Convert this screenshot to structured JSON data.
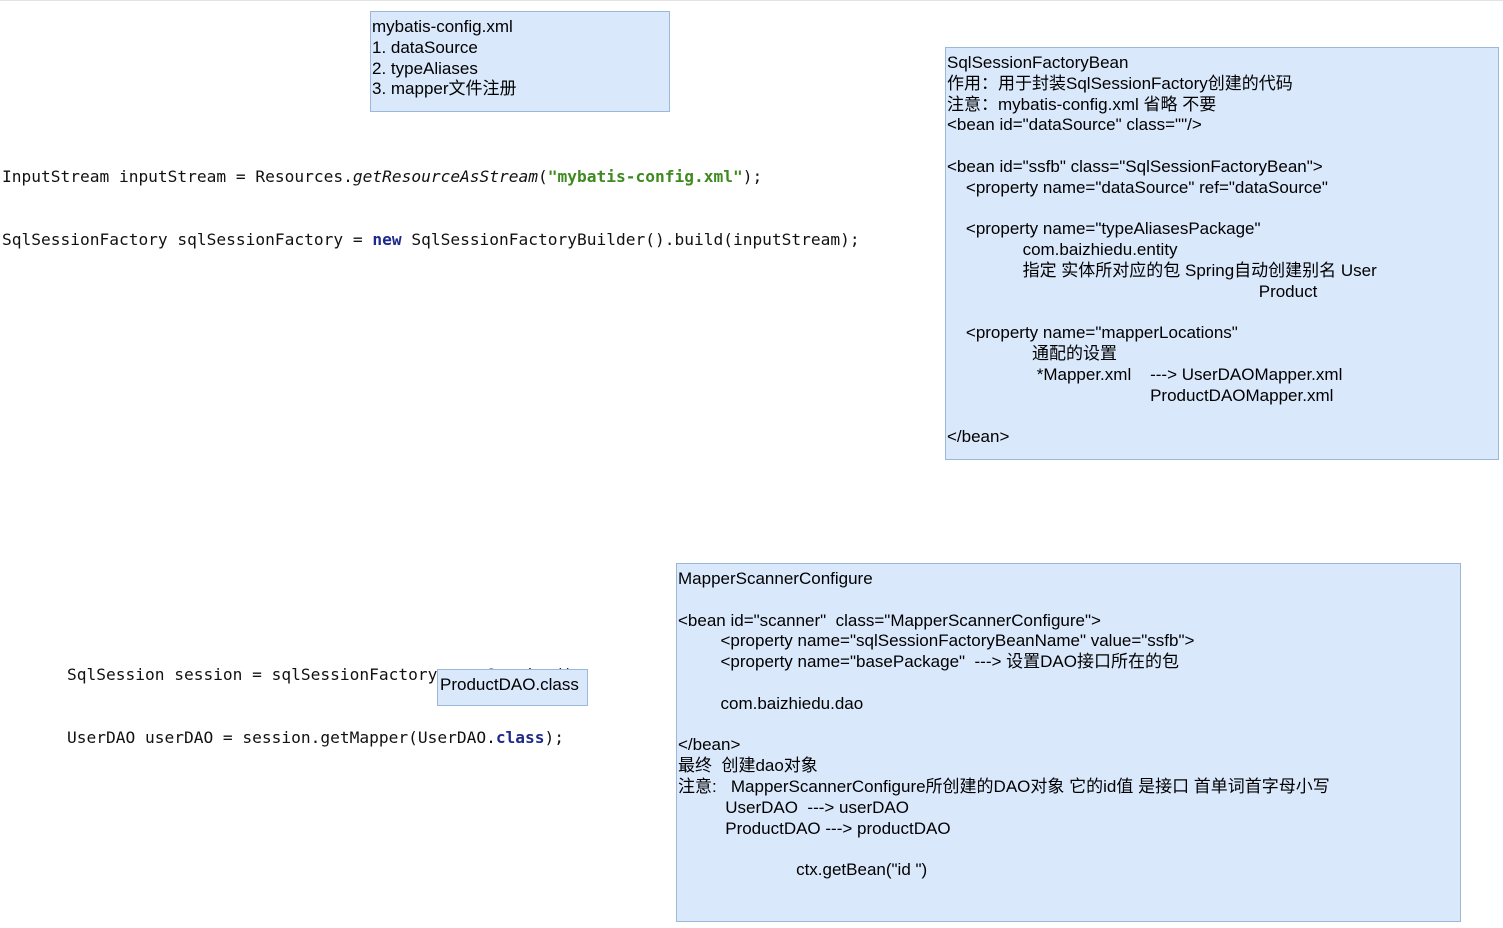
{
  "config_note": {
    "lines": [
      "mybatis-config.xml",
      "1. dataSource",
      "2. typeAliases",
      "3. mapper文件注册"
    ]
  },
  "factory_code": {
    "line1": {
      "a": "InputStream inputStream = Resources.",
      "method": "getResourceAsStream",
      "b": "(",
      "str": "\"mybatis-config.xml\"",
      "c": ");"
    },
    "line2": {
      "a": "SqlSessionFactory sqlSessionFactory = ",
      "kw": "new",
      "b": " SqlSessionFactoryBuilder().build(inputStream);"
    }
  },
  "ssfb_note": {
    "lines": [
      "SqlSessionFactoryBean",
      "作用：用于封装SqlSessionFactory创建的代码",
      "注意：mybatis-config.xml 省略 不要",
      "<bean id=\"dataSource\" class=\"\"/>",
      "",
      "<bean id=\"ssfb\" class=\"SqlSessionFactoryBean\">",
      "    <property name=\"dataSource\" ref=\"dataSource\"",
      "",
      "    <property name=\"typeAliasesPackage\"",
      "                com.baizhiedu.entity",
      "                指定 实体所对应的包 Spring自动创建别名 User",
      "                                                                  Product",
      "",
      "    <property name=\"mapperLocations\"",
      "                  通配的设置",
      "                   *Mapper.xml    ---> UserDAOMapper.xml",
      "                                           ProductDAOMapper.xml",
      "",
      "</bean>"
    ]
  },
  "session_code": {
    "line1": "SqlSession session = sqlSessionFactory.openSession();",
    "line2": {
      "a": "UserDAO userDAO = session.getMapper(UserDAO.",
      "kw": "class",
      "b": ");"
    }
  },
  "product_dao_note": {
    "text": "ProductDAO.class"
  },
  "scanner_note": {
    "lines": [
      "MapperScannerConfigure",
      "",
      "<bean id=\"scanner\"  class=\"MapperScannerConfigure\">",
      "         <property name=\"sqlSessionFactoryBeanName\" value=\"ssfb\">",
      "         <property name=\"basePackage\"  ---> 设置DAO接口所在的包",
      "",
      "         com.baizhiedu.dao",
      "",
      "</bean>",
      "最终  创建dao对象",
      "注意:   MapperScannerConfigure所创建的DAO对象 它的id值 是接口 首单词首字母小写",
      "          UserDAO  ---> userDAO",
      "          ProductDAO ---> productDAO",
      "",
      "                         ctx.getBean(\"id \")"
    ]
  }
}
